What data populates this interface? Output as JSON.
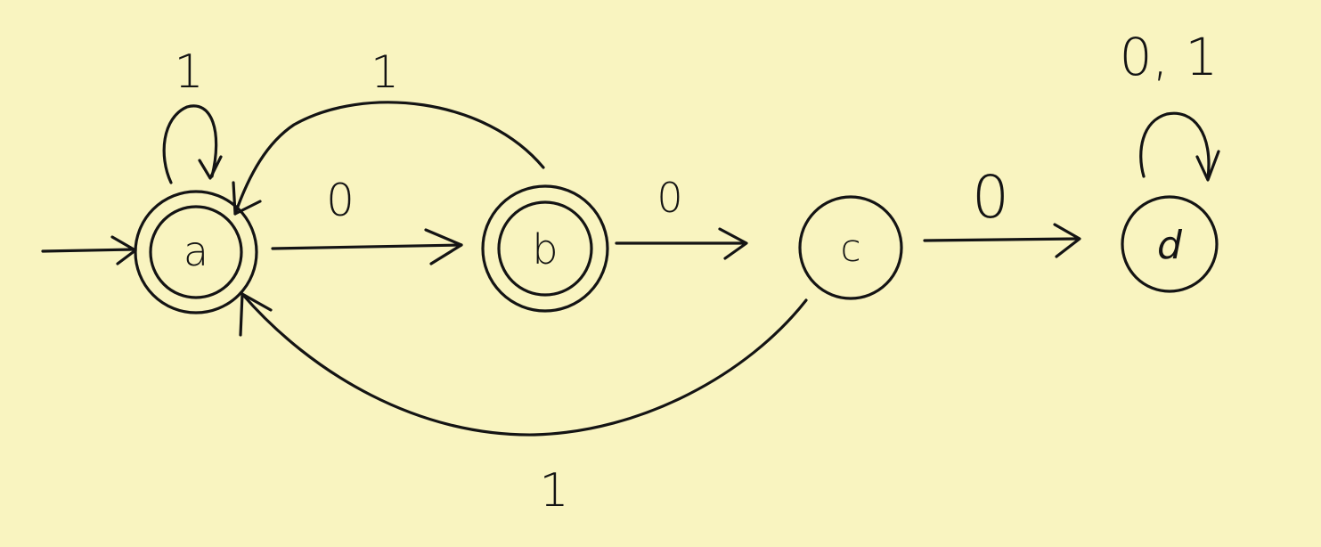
{
  "automaton": {
    "background_color": "#f9f4c0",
    "ink_color": "#141414",
    "start_state": "a",
    "states": [
      {
        "id": "a",
        "label": "a",
        "accepting": true
      },
      {
        "id": "b",
        "label": "b",
        "accepting": true
      },
      {
        "id": "c",
        "label": "c",
        "accepting": false
      },
      {
        "id": "d",
        "label": "d",
        "accepting": false
      }
    ],
    "transitions": [
      {
        "id": "a-a",
        "from": "a",
        "to": "a",
        "label": "1"
      },
      {
        "id": "a-b",
        "from": "a",
        "to": "b",
        "label": "0"
      },
      {
        "id": "b-a",
        "from": "b",
        "to": "a",
        "label": "1"
      },
      {
        "id": "b-c",
        "from": "b",
        "to": "c",
        "label": "0"
      },
      {
        "id": "c-a",
        "from": "c",
        "to": "a",
        "label": "1"
      },
      {
        "id": "c-d",
        "from": "c",
        "to": "d",
        "label": "0"
      },
      {
        "id": "d-d",
        "from": "d",
        "to": "d",
        "label": "0, 1"
      }
    ]
  }
}
